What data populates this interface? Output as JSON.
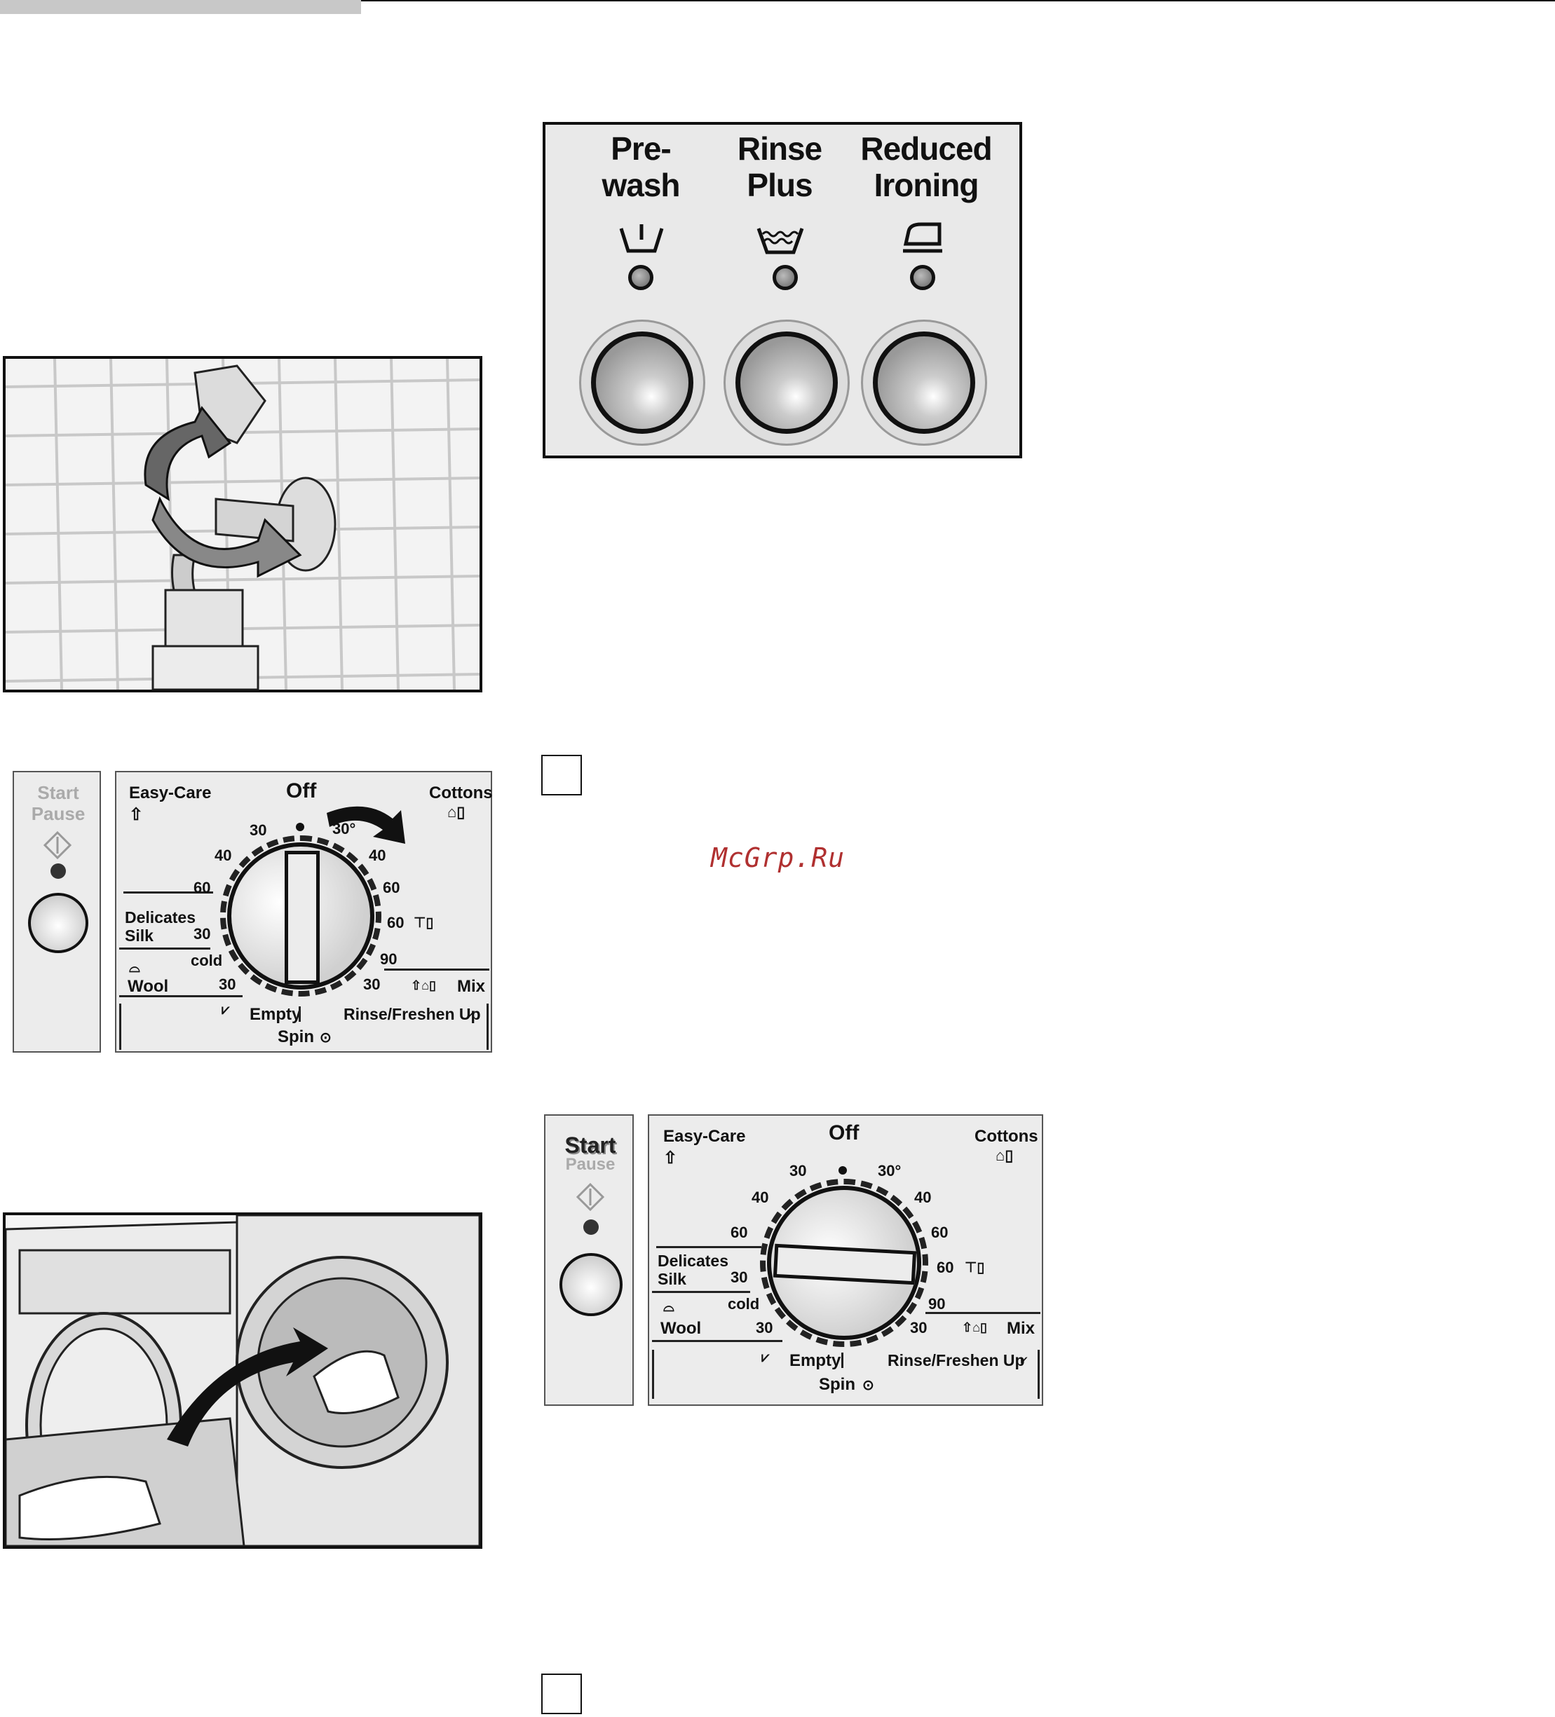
{
  "option_panel": {
    "options": [
      {
        "line1": "Pre-",
        "line2": "wash",
        "icon": "prewash-tub-icon"
      },
      {
        "line1": "Rinse",
        "line2": "Plus",
        "icon": "rinse-basin-icon"
      },
      {
        "line1": "Reduced",
        "line2": "Ironing",
        "icon": "iron-icon"
      }
    ]
  },
  "watermark": "McGrp.Ru",
  "start_pause": {
    "start": "Start",
    "pause": "Pause"
  },
  "dial": {
    "easy_care": "Easy-Care",
    "off": "Off",
    "cottons": "Cottons",
    "delicates": "Delicates",
    "silk": "Silk",
    "wool": "Wool",
    "mix": "Mix",
    "empty": "Empty",
    "spin": "Spin",
    "rinse_freshen": "Rinse/Freshen Up",
    "t30a": "30",
    "t40a": "40",
    "t60a": "60",
    "t30b": "30",
    "cold": "cold",
    "t30c": "30",
    "t30deg": "30°",
    "t40b": "40",
    "t60b": "60",
    "t60c": "60",
    "t90": "90",
    "t30d": "30"
  }
}
